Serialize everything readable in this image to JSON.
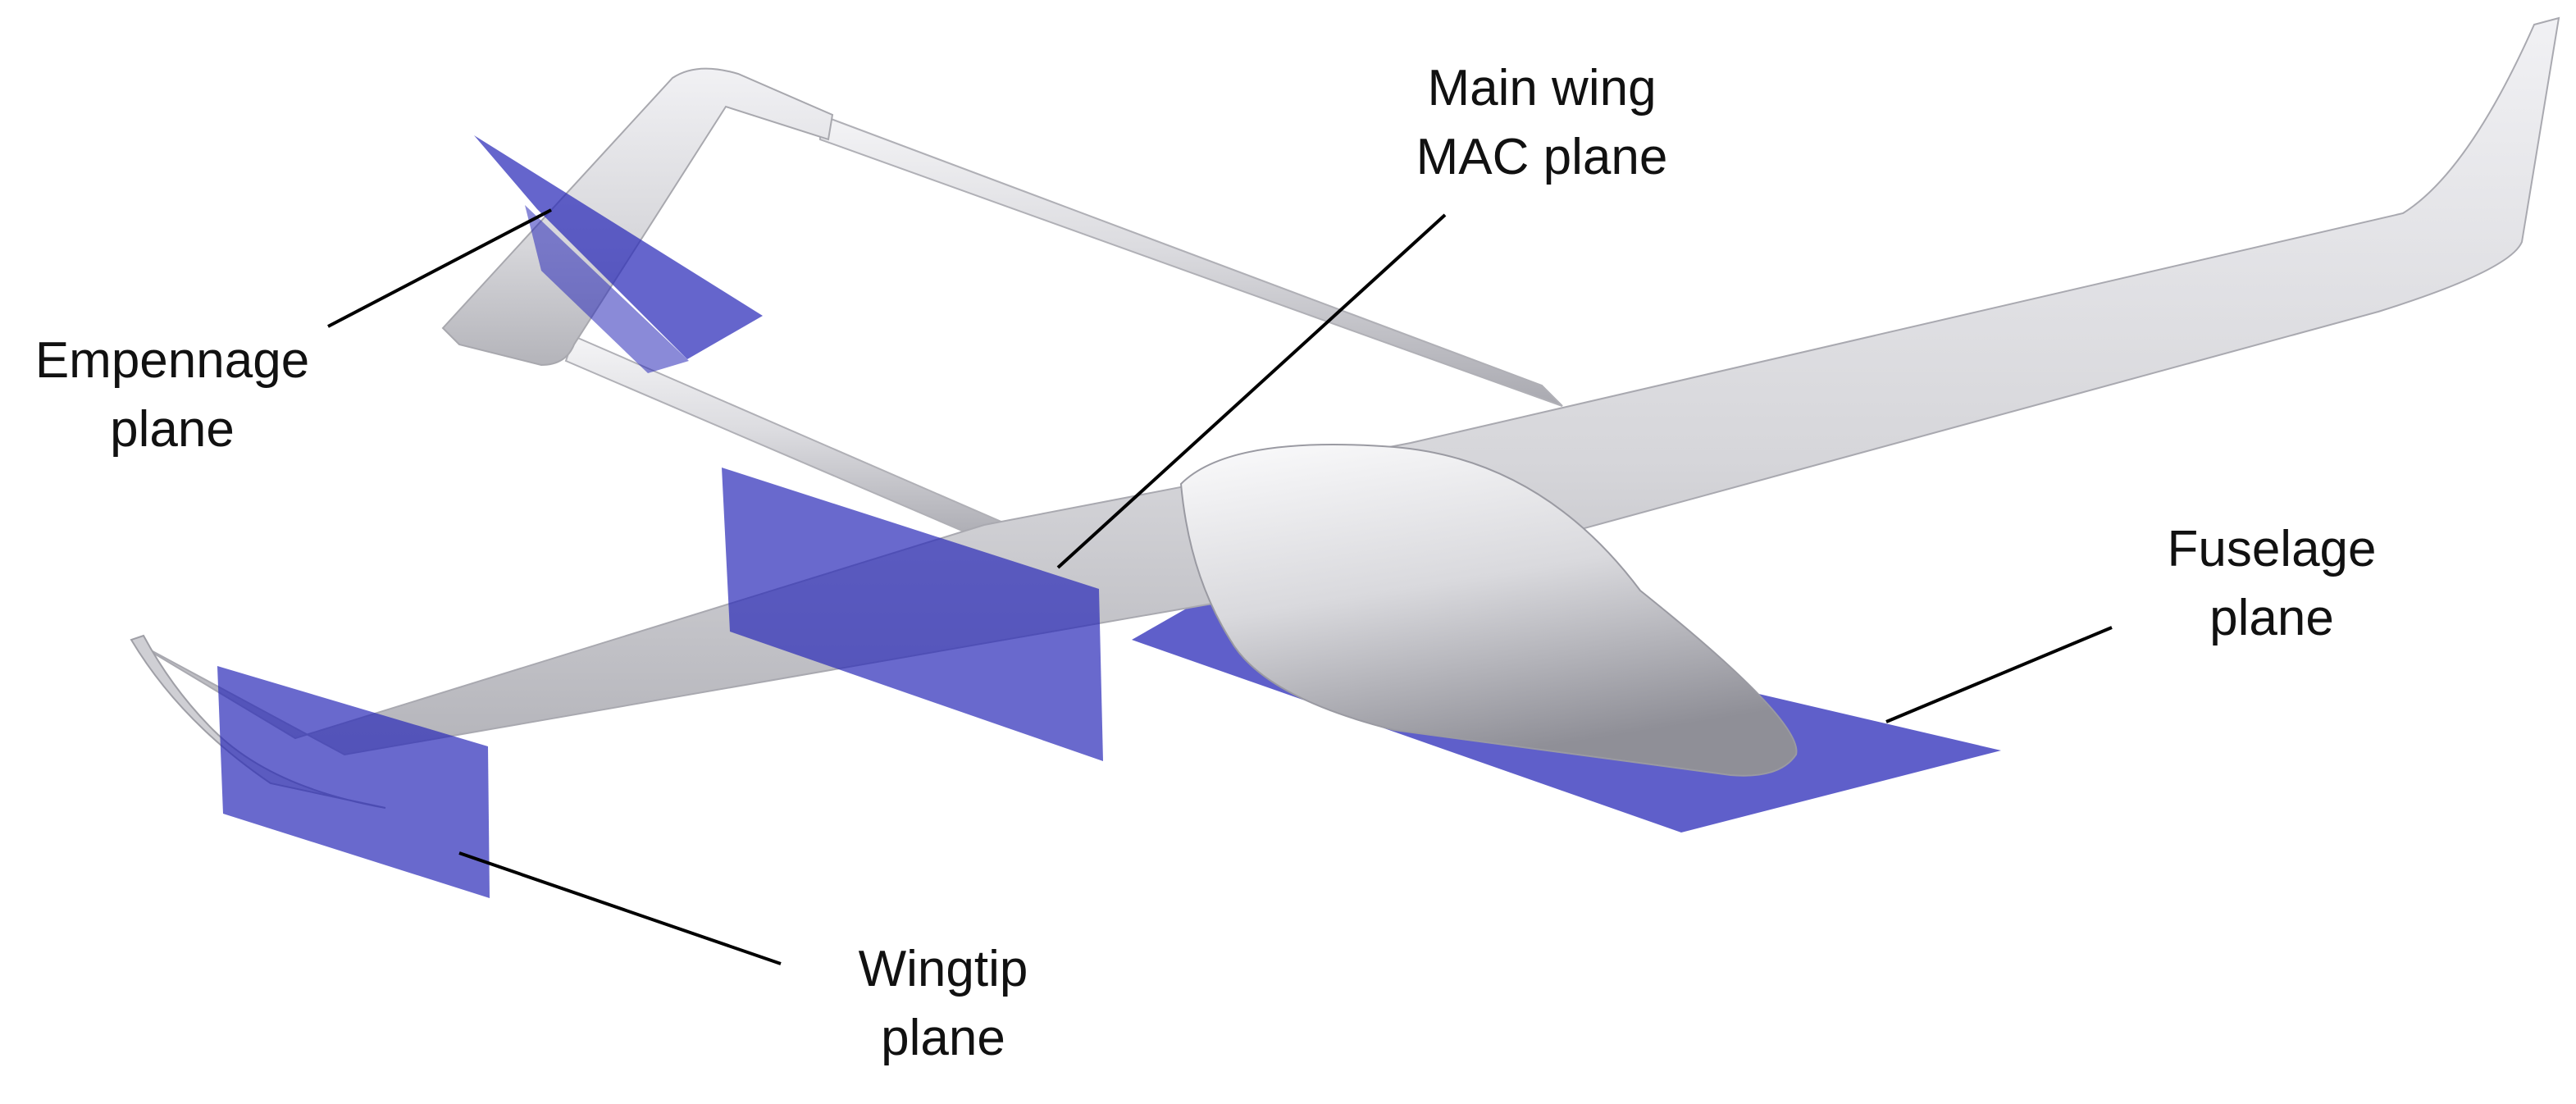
{
  "figure": {
    "labels": {
      "empennage": {
        "line1": "Empennage",
        "line2": "plane"
      },
      "main_wing": {
        "line1": "Main wing",
        "line2": "MAC plane"
      },
      "fuselage": {
        "line1": "Fuselage",
        "line2": "plane"
      },
      "wingtip": {
        "line1": "Wingtip",
        "line2": "plane"
      }
    },
    "colors": {
      "aircraft_body": "#d9d9dc",
      "aircraft_shadow": "#9c9ca3",
      "section_plane": "#2a2ab8",
      "leader_line": "#000000"
    }
  }
}
